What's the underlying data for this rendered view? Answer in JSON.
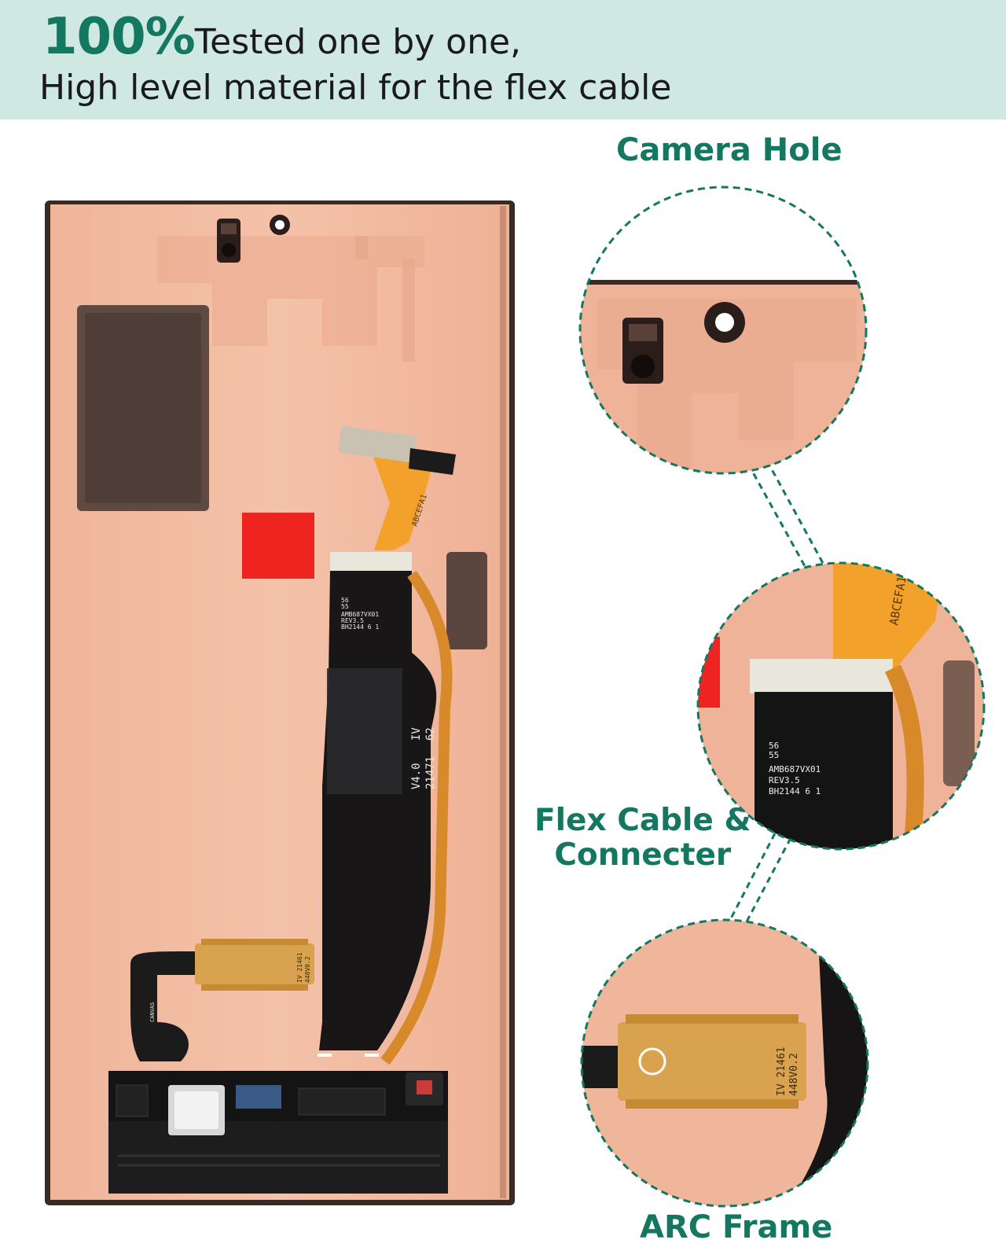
{
  "header": {
    "accent": "100%",
    "line1": "Tested one by one,",
    "line2": "High level material for the flex cable"
  },
  "callouts": {
    "camera": "Camera Hole",
    "flex_line1": "Flex Cable &",
    "flex_line2": "Connecter",
    "arc": "ARC Frame"
  },
  "markings": {
    "upper_flex": "ABCEFA1",
    "board_a": "56",
    "board_b": "55",
    "board_c": "AMB687VX01",
    "board_d": "REV3.5",
    "board_e": "BH2144 6 1",
    "main_flex_1": "V4.0",
    "main_flex_2": "IV",
    "main_flex_3": "21471",
    "main_flex_4": "62",
    "connector_1": "IV 21461",
    "connector_2": "448V0.2"
  },
  "colors": {
    "accent_green": "#14775f",
    "header_bg": "#cfe8e2",
    "panel_copper": "#f0b79c"
  }
}
